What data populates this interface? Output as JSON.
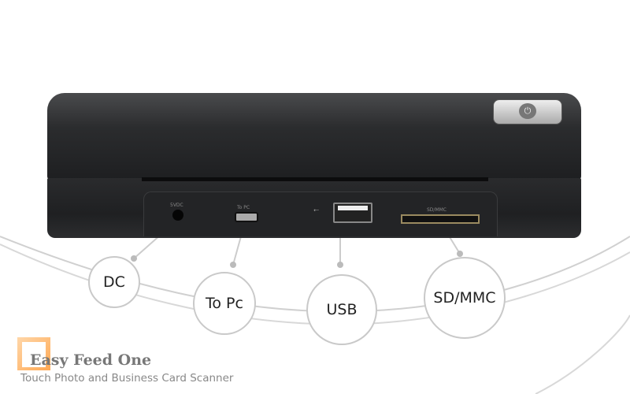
{
  "device": {
    "port_labels": {
      "dc": "5VDC",
      "to_pc": "To PC",
      "sd": "SD/MMC"
    }
  },
  "callouts": [
    {
      "label": "DC"
    },
    {
      "label": "To Pc"
    },
    {
      "label": "USB"
    },
    {
      "label": "SD/MMC"
    }
  ],
  "brand": {
    "title": "Easy Feed One",
    "subtitle": "Touch Photo and Business Card Scanner"
  },
  "colors": {
    "accent": "#ff9f40",
    "line": "#c9c9c9",
    "device": "#2b2c2e"
  }
}
